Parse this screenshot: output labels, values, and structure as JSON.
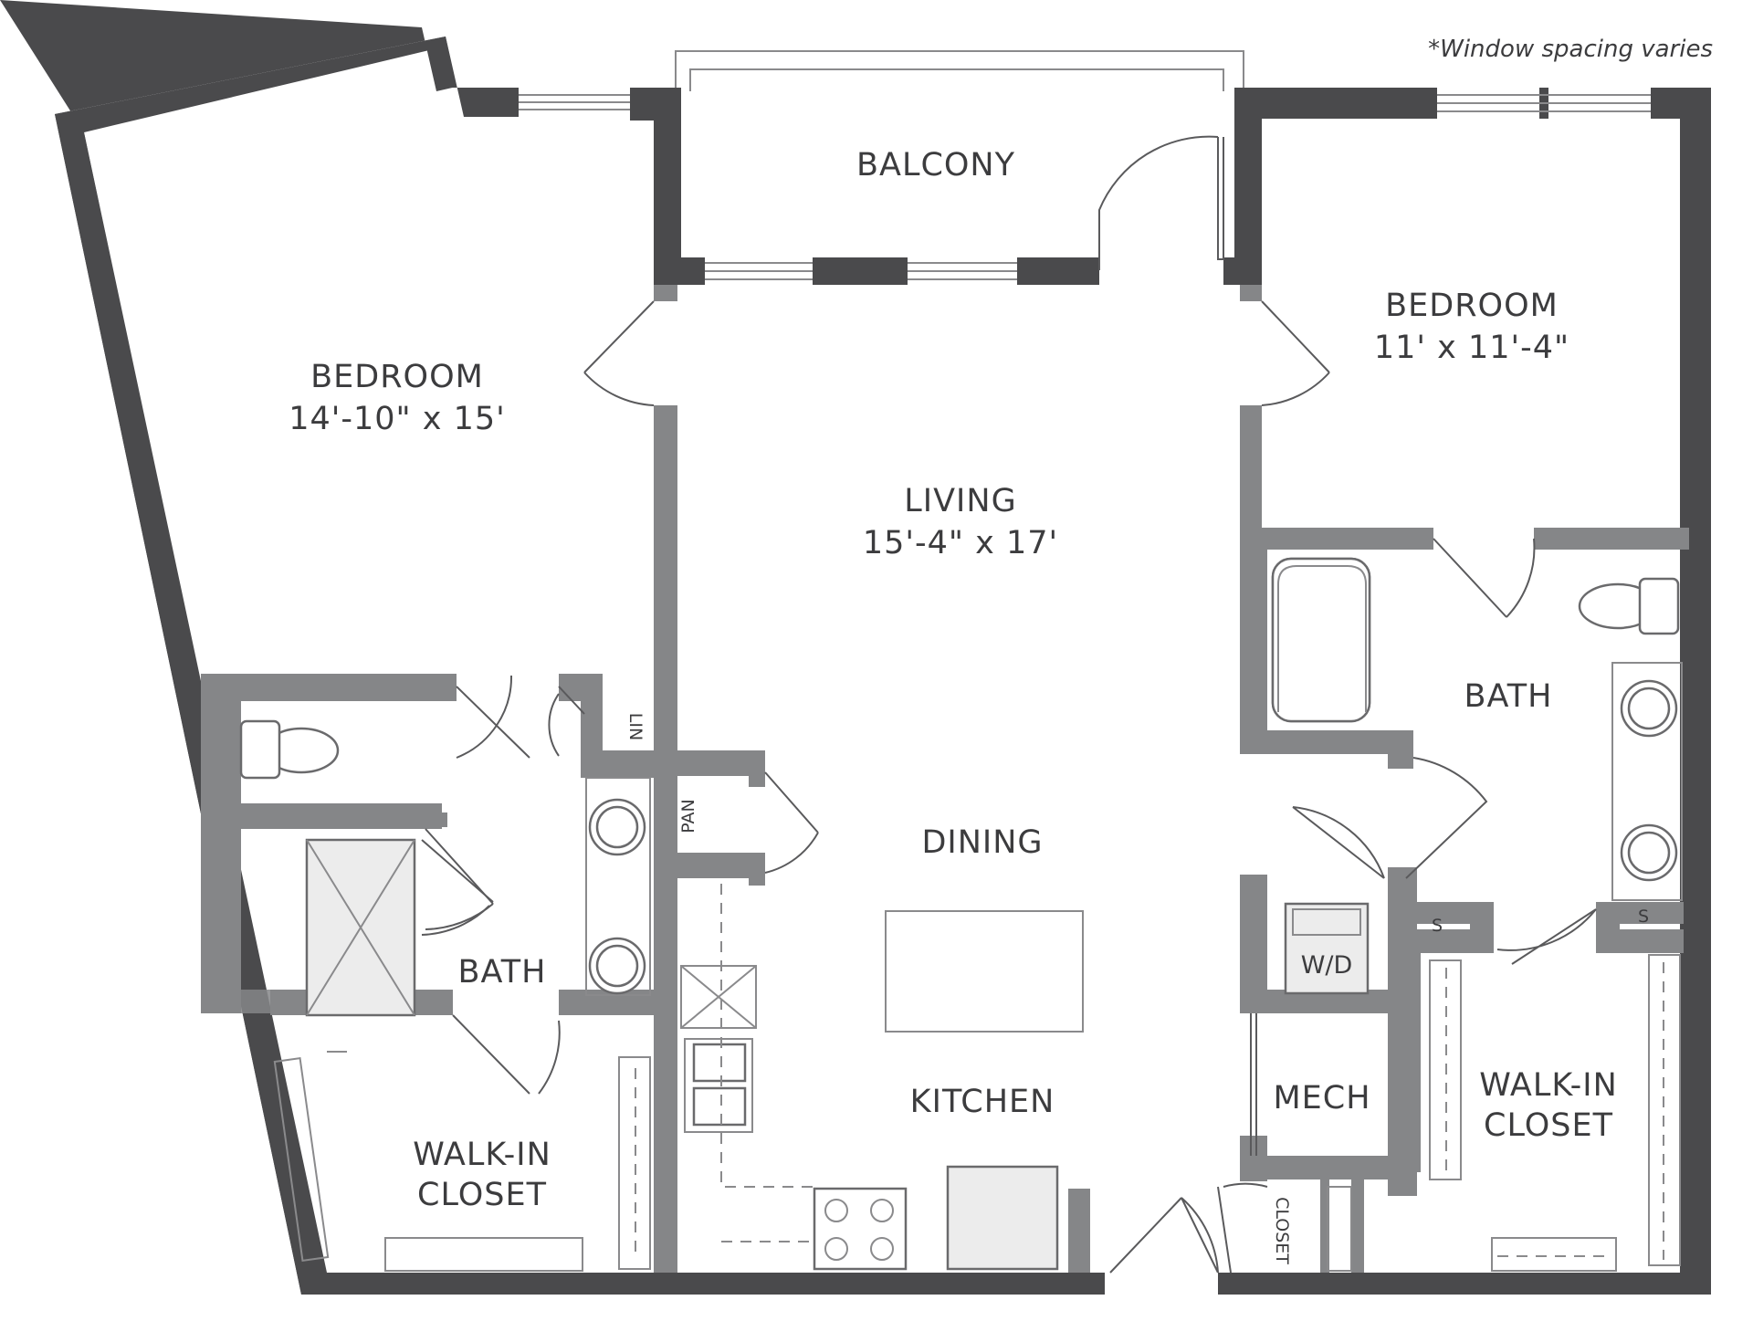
{
  "note": "*Window spacing varies",
  "rooms": {
    "balcony": {
      "name": "BALCONY"
    },
    "bedroom_left": {
      "name": "BEDROOM",
      "size": "14'-10\" x 15'"
    },
    "bedroom_right": {
      "name": "BEDROOM",
      "size": "11' x 11'-4\""
    },
    "living": {
      "name": "LIVING",
      "size": "15'-4\" x 17'"
    },
    "dining": {
      "name": "DINING"
    },
    "kitchen": {
      "name": "KITCHEN"
    },
    "bath_left": {
      "name": "BATH"
    },
    "bath_right": {
      "name": "BATH"
    },
    "closet_left": {
      "line1": "WALK-IN",
      "line2": "CLOSET"
    },
    "closet_right": {
      "line1": "WALK-IN",
      "line2": "CLOSET"
    },
    "mech": {
      "name": "MECH"
    },
    "wd": {
      "name": "W/D"
    },
    "lin": {
      "name": "LIN"
    },
    "pan": {
      "name": "PAN"
    },
    "closet_small": {
      "name": "CLOSET"
    },
    "shelf_left": {
      "name": "S"
    },
    "shelf_right": {
      "name": "S"
    }
  }
}
